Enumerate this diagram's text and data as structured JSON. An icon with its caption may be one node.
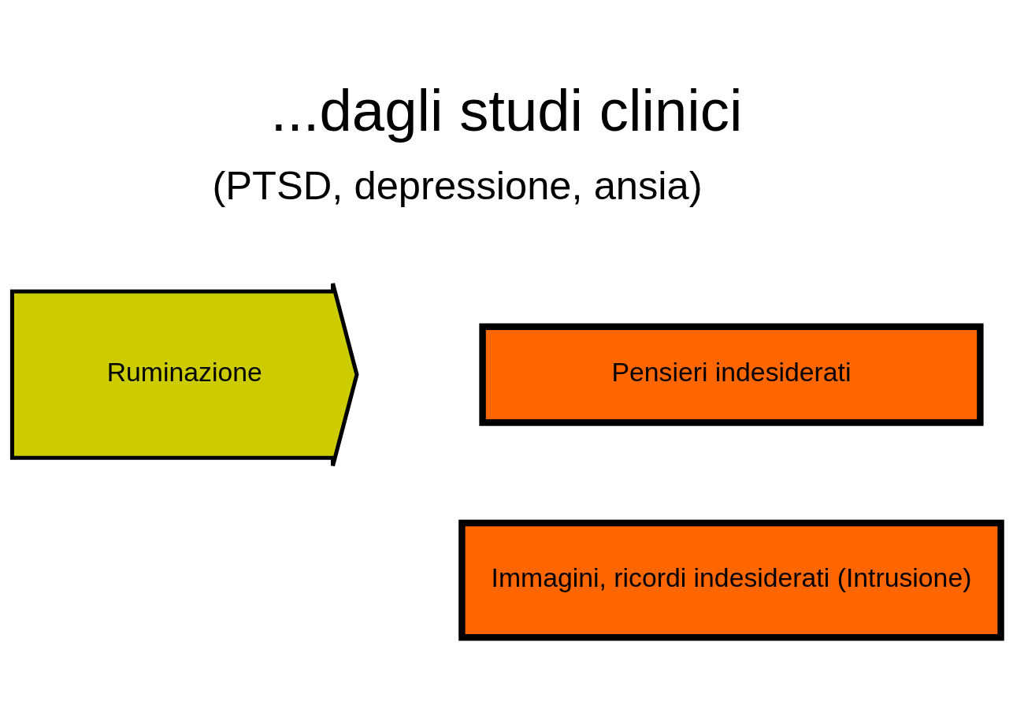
{
  "diagram": {
    "title": "...dagli studi clinici",
    "nodes": [
      {
        "text": [
          "Ruminazione"
        ]
      },
      {
        "text": [
          "Pensieri indesiderati"
        ]
      },
      {
        "text": [
          "Immagini, ricordi indesiderati (Intrusione)"
        ]
      }
    ],
    "labels": [
      "(PTSD, depressione, ansia)"
    ]
  }
}
